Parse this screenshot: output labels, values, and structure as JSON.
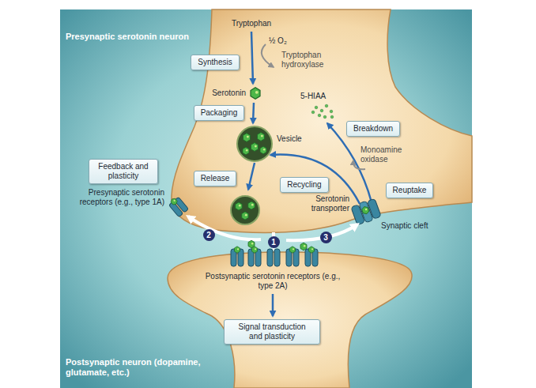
{
  "diagram": {
    "nodes": [
      {
        "text": [
          "Synthesis"
        ]
      },
      {
        "text": [
          "Packaging"
        ]
      },
      {
        "text": [
          "Breakdown"
        ]
      },
      {
        "text": [
          "Feedback and plasticity"
        ]
      },
      {
        "text": [
          "Release"
        ]
      },
      {
        "text": [
          "Recycling"
        ]
      },
      {
        "text": [
          "Reuptake"
        ]
      },
      {
        "text": [
          "Signal transduction and plasticity"
        ]
      }
    ],
    "labels": [
      "Presynaptic serotonin neuron",
      "Tryptophan",
      "½ O₂",
      "Tryptophan hydroxylase",
      "Serotonin",
      "5-HIAA",
      "Vesicle",
      "Monoamine oxidase",
      "Presynaptic serotonin receptors (e.g., type 1A)",
      "Serotonin transporter",
      "2",
      "1",
      "3",
      "Synaptic cleft",
      "Postsynaptic serotonin receptors (e.g., type 2A)",
      "Postsynaptic neuron (dopamine, glutamate, etc.)"
    ]
  }
}
